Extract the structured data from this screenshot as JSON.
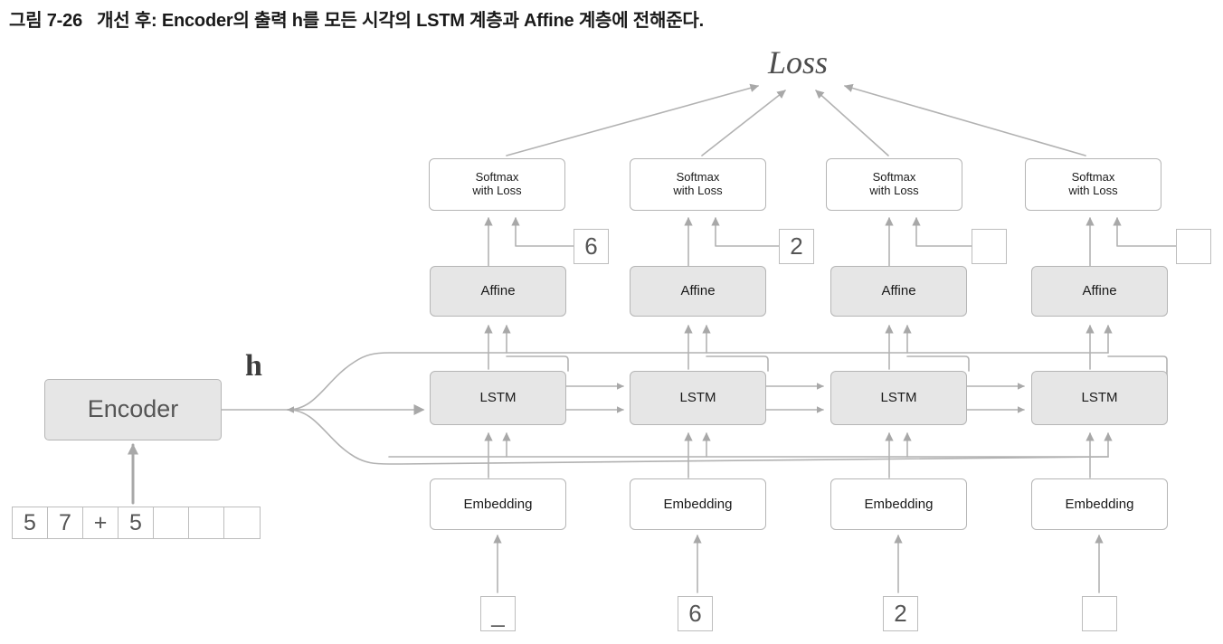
{
  "caption": {
    "figure_number": "그림 7-26",
    "text": "개선 후: Encoder의 출력 h를 모든 시각의 LSTM 계층과 Affine 계층에 전해준다."
  },
  "diagram": {
    "loss_label": "Loss",
    "h_label": "h",
    "encoder_label": "Encoder",
    "softmax_label": "Softmax\nwith Loss",
    "softmax_line1": "Softmax",
    "softmax_line2": "with Loss",
    "affine_label": "Affine",
    "lstm_label": "LSTM",
    "embedding_label": "Embedding",
    "colors": {
      "gray_fill": "#e6e6e6",
      "box_border": "#b5b5b5",
      "wire": "#b0b0b0",
      "arrow": "#a8a8a8",
      "text": "#1a1a1a",
      "encoder_text": "#555555",
      "cell_border": "#bdbdbd"
    },
    "input_sequence": [
      "5",
      "7",
      "+",
      "5",
      "",
      "",
      ""
    ],
    "columns": [
      {
        "index": 1,
        "softmax": "Softmax with Loss",
        "affine": "Affine",
        "lstm": "LSTM",
        "embedding": "Embedding",
        "teacher_label": "",
        "decoder_input": "_"
      },
      {
        "index": 2,
        "softmax": "Softmax with Loss",
        "affine": "Affine",
        "lstm": "LSTM",
        "embedding": "Embedding",
        "teacher_label": "6",
        "decoder_input": "6"
      },
      {
        "index": 3,
        "softmax": "Softmax with Loss",
        "affine": "Affine",
        "lstm": "LSTM",
        "embedding": "Embedding",
        "teacher_label": "2",
        "decoder_input": "2"
      },
      {
        "index": 4,
        "softmax": "Softmax with Loss",
        "affine": "Affine",
        "lstm": "LSTM",
        "embedding": "Embedding",
        "teacher_label": "",
        "decoder_input": ""
      }
    ],
    "teacher_labels_visible": [
      "6",
      "2",
      "",
      ""
    ]
  }
}
